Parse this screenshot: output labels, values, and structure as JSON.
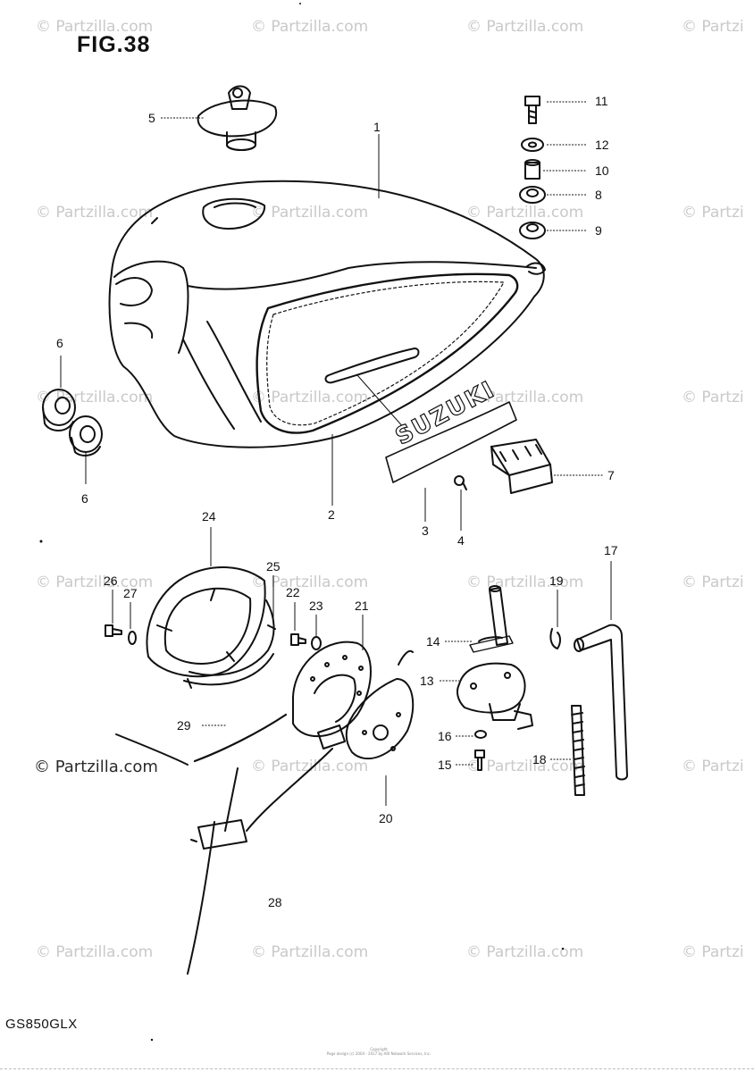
{
  "figure": {
    "title": "FIG.38",
    "model_code": "GS850GLX",
    "copyright_note": "Copyright\nPage design (c) 2004 - 2017 by ARI Network Services, Inc."
  },
  "watermark": {
    "text": "© Partzilla.com",
    "text_cut_right": "© Partzi"
  },
  "callouts": [
    {
      "id": "1",
      "text": "1"
    },
    {
      "id": "2",
      "text": "2"
    },
    {
      "id": "3",
      "text": "3"
    },
    {
      "id": "4",
      "text": "4"
    },
    {
      "id": "5",
      "text": "5"
    },
    {
      "id": "6a",
      "text": "6"
    },
    {
      "id": "6b",
      "text": "6"
    },
    {
      "id": "7",
      "text": "7"
    },
    {
      "id": "8",
      "text": "8"
    },
    {
      "id": "9",
      "text": "9"
    },
    {
      "id": "10",
      "text": "10"
    },
    {
      "id": "11",
      "text": "11"
    },
    {
      "id": "12",
      "text": "12"
    },
    {
      "id": "13",
      "text": "13"
    },
    {
      "id": "14",
      "text": "14"
    },
    {
      "id": "15",
      "text": "15"
    },
    {
      "id": "16",
      "text": "16"
    },
    {
      "id": "17",
      "text": "17"
    },
    {
      "id": "18",
      "text": "18"
    },
    {
      "id": "19",
      "text": "19"
    },
    {
      "id": "20",
      "text": "20"
    },
    {
      "id": "21",
      "text": "21"
    },
    {
      "id": "22",
      "text": "22"
    },
    {
      "id": "23",
      "text": "23"
    },
    {
      "id": "24",
      "text": "24"
    },
    {
      "id": "25",
      "text": "25"
    },
    {
      "id": "26",
      "text": "26"
    },
    {
      "id": "27",
      "text": "27"
    },
    {
      "id": "28",
      "text": "28"
    },
    {
      "id": "29",
      "text": "29"
    }
  ],
  "emblem": {
    "text": "SUZUKI"
  }
}
